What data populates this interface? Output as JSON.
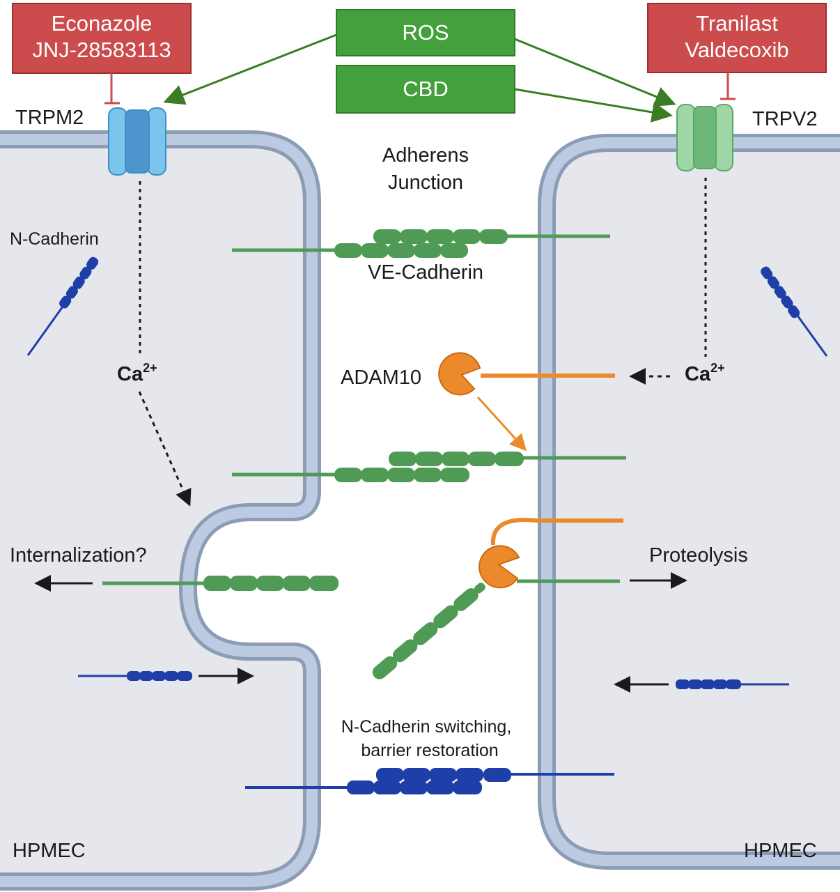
{
  "inhibitors": {
    "left": {
      "line1": "Econazole",
      "line2": "JNJ-28583113"
    },
    "right": {
      "line1": "Tranilast",
      "line2": "Valdecoxib"
    }
  },
  "activators": {
    "ros": "ROS",
    "cbd": "CBD"
  },
  "channels": {
    "left": "TRPM2",
    "right": "TRPV2"
  },
  "junction": {
    "line1": "Adherens",
    "line2": "Junction"
  },
  "labels": {
    "n_cadherin": "N-Cadherin",
    "ve_cadherin": "VE-Cadherin",
    "adam10": "ADAM10",
    "calcium_left": "Ca",
    "calcium_left_charge": "2+",
    "calcium_right": "Ca",
    "calcium_right_charge": "2+",
    "internalization": "Internalization?",
    "proteolysis": "Proteolysis",
    "switching_line1": "N-Cadherin switching,",
    "switching_line2": "barrier restoration",
    "cell_left": "HPMEC",
    "cell_right": "HPMEC"
  },
  "colors": {
    "inhibitor_box": "#cc4b4c",
    "activator_box": "#44a03c",
    "activation_arrow": "#3a7d22",
    "ve_cadherin": "#4f9a55",
    "n_cadherin": "#1e3fa8",
    "adam10": "#ec8a2b",
    "membrane": "#8c9cb4",
    "membrane_fill": "#bccbe2",
    "cytoplasm": "#e5e7ec",
    "trpm2_channel": "#7bc4ec",
    "trpv2_channel": "#9fd6a8"
  }
}
